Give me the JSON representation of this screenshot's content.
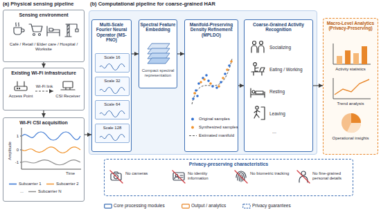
{
  "diagram": {
    "nodes": [
      {
        "text": [
          "Sensing environment",
          "Café / Retail / Elder care / Hospital / Worksite"
        ]
      },
      {
        "text": [
          "Existing Wi-Fi infrastructure"
        ]
      },
      {
        "text": [
          "Access Point"
        ],
        "in": 1
      },
      {
        "text": [
          "CSI Receiver"
        ],
        "in": 1
      },
      {
        "text": [
          "Wi-Fi CSI acquisition"
        ]
      },
      {
        "text": [
          "(b) Computational pipeline for coarse-grained HAR"
        ]
      },
      {
        "text": [
          "Multi-Scale Fourier Neural Operator (MS-FNO)"
        ],
        "in": 5
      },
      {
        "text": [
          "Scale 16"
        ],
        "in": 6
      },
      {
        "text": [
          "Scale 32"
        ],
        "in": 6
      },
      {
        "text": [
          "Scale 64"
        ],
        "in": 6
      },
      {
        "text": [
          "Scale 128"
        ],
        "in": 6
      },
      {
        "text": [
          "Spectral Feature Embedding",
          "Compact spectral representation"
        ],
        "in": 5
      },
      {
        "text": [
          "Manifold-Preserving Density Refinement (MPLDO)"
        ],
        "in": 5
      },
      {
        "text": [
          "Coarse-Grained Activity Recognition"
        ],
        "in": 5
      },
      {
        "text": [
          "Macro-Level Analytics (Privacy-Preserving)"
        ]
      },
      {
        "text": [
          "Privacy-preserving characteristics"
        ]
      }
    ],
    "edges": [
      {
        "from": 0,
        "to": 1,
        "arrow": "to"
      },
      {
        "from": 1,
        "to": 4,
        "arrow": "to"
      },
      {
        "from": 2,
        "to": 3,
        "label": "Wi-Fi link",
        "arrow": "to"
      },
      {
        "from": 4,
        "to": 6,
        "arrow": "to"
      },
      {
        "from": 6,
        "to": 11,
        "arrow": "to"
      },
      {
        "from": 11,
        "to": 12,
        "arrow": "to"
      },
      {
        "from": 12,
        "to": 13,
        "arrow": "to"
      },
      {
        "from": 13,
        "to": 14,
        "arrow": "to"
      }
    ],
    "labels": [
      "(a) Physical sensing pipeline",
      "Amplitude",
      "1",
      "0",
      "-1",
      "Time",
      "...",
      "Socializing",
      "Eating / Working",
      "Resting",
      "Leaving",
      "...",
      "Activity statistics",
      "Trend analysis",
      "Operational insights",
      "No cameras",
      "No identity information",
      "No biometric tracking",
      "No fine-grained personal details"
    ],
    "legend": [
      {
        "text": "Subcarrier 1",
        "color": "#2f6fd0"
      },
      {
        "text": "Subcarrier 2",
        "color": "#f0922b"
      },
      {
        "text": "Subcarrier N",
        "color": "#8c8c8c"
      },
      {
        "text": "Original samples",
        "color": "#2f6fd0"
      },
      {
        "text": "Synthesized samples",
        "color": "#f0922b"
      },
      {
        "text": "Estimated manifold"
      },
      {
        "text": "Core processing modules",
        "color": "#3d6fb4"
      },
      {
        "text": "Output / analytics",
        "color": "#e8872b"
      },
      {
        "text": "Privacy guarantees",
        "color": "#3d6fb4"
      }
    ]
  }
}
